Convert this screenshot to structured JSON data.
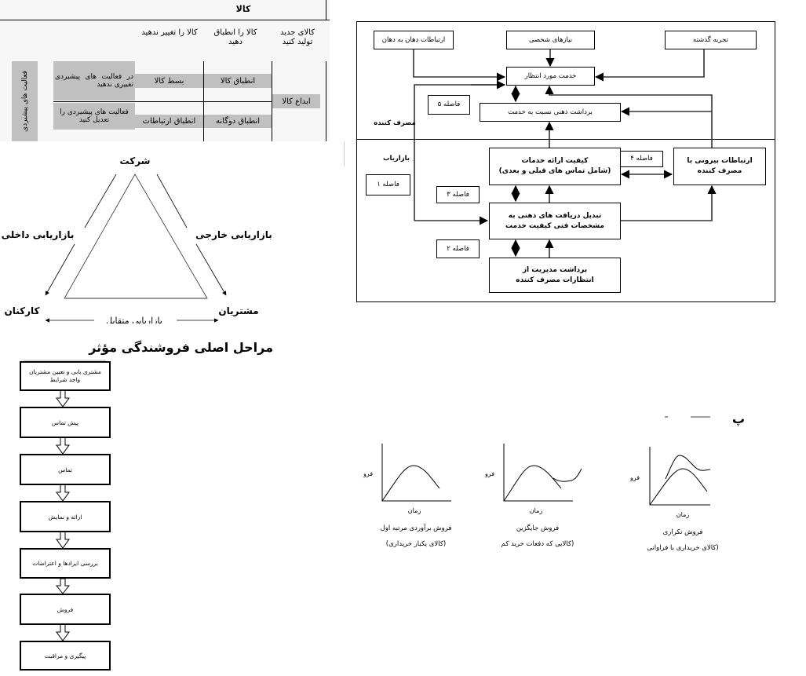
{
  "table": {
    "title": "کالا",
    "columns": [
      "کالای جدید تولید کنید",
      "کالا را انطباق دهید",
      "کالا را تغییر ندهید"
    ],
    "side_label": "فعالیت های پیشبردی",
    "rows": [
      {
        "label": "در فعالیت های پیشبردی تغییری ندهید",
        "adapt": "انطباق کالا",
        "keep": "بسط کالا"
      },
      {
        "label": "فعالیت های پیشبردی را تعدیل کنید",
        "adapt": "انطباق دوگانه",
        "keep": "انطباق ارتباطات"
      }
    ],
    "new_product_cell": "ابداع کالا"
  },
  "servqual": {
    "consumer_label": "مصرف کننده",
    "marketer_label": "بازاریاب",
    "word_of_mouth": "ارتباطات دهان به دهان",
    "personal_needs": "نیازهای شخصی",
    "past_experience": "تجربه گذشته",
    "expected_service": "خدمت مورد انتظار",
    "perceived_service": "برداشت ذهنی نسبت به خدمت",
    "service_delivery_1": "کیفیت ارائه خدمات",
    "service_delivery_2": "(شامل تماس های قبلی و بعدی)",
    "external_comm_1": "ارتباطات بیرونی با",
    "external_comm_2": "مصرف کننده",
    "translation_1": "تبدیل دریافت های ذهنی به",
    "translation_2": "مشخصات فنی کیفیت خدمت",
    "management_1": "برداشت مدیریت از",
    "management_2": "انتظارات مصرف کننده",
    "gap1": "فاصله ۱",
    "gap2": "فاصله ۲",
    "gap3": "فاصله ۳",
    "gap4": "فاصله ۴",
    "gap5": "فاصله ۵"
  },
  "triangle": {
    "top": "شرکت",
    "left_side": "بازاریابی داخلی",
    "right_side": "بازاریابی خارجی",
    "bottom_left": "کارکنان",
    "bottom_right": "مشتریان",
    "bottom": "بازاریابی متقابل"
  },
  "selling": {
    "title": "مراحل اصلی فروشندگی مؤثر",
    "steps": [
      "مشتری یابی و تعیین مشتریان واجد شرایط",
      "پیش تماس",
      "تماس",
      "ارائه و نمایش",
      "بررسی ایرادها و اعتراضات",
      "فروش",
      "پیگیری و مراقبت"
    ]
  },
  "sales_charts": {
    "heading_fragment": "پ",
    "ylabel": "فرو",
    "xlabel": "زمان",
    "charts": [
      {
        "caption1": "فروش برآوردی مرتبه اول",
        "caption2": "(کالای یکبار خریداری)"
      },
      {
        "caption1": "فروش جایگزین",
        "caption2": "(کالایی که دفعات خرید کم"
      },
      {
        "caption1": "فروش تکراری",
        "caption2": "(کالای خریداری با فراوانی"
      }
    ]
  }
}
